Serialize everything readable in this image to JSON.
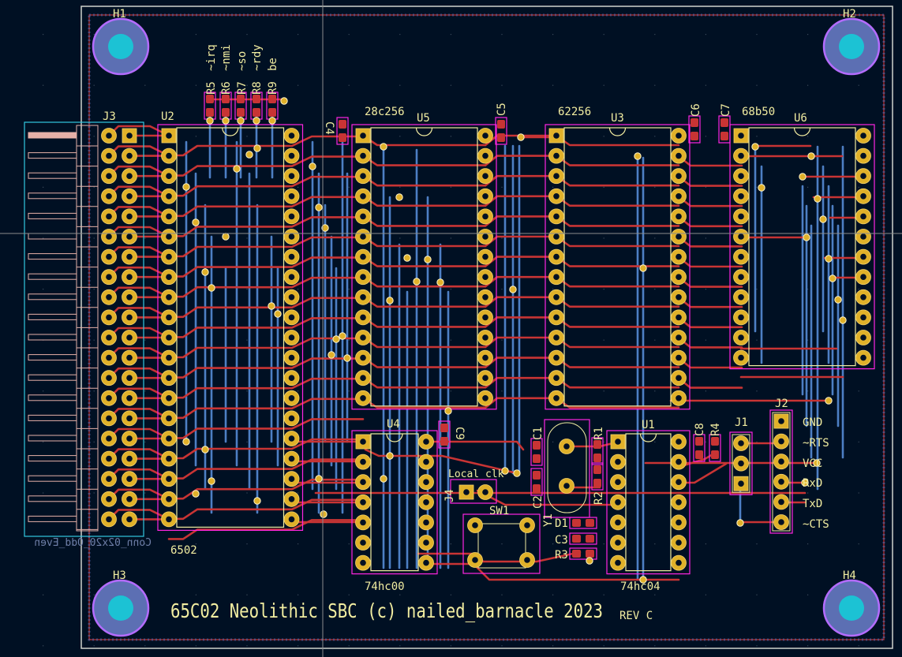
{
  "app": {
    "view": "PCB Editor - board view"
  },
  "board": {
    "title_text": "65C02 Neolithic SBC (c) nailed_barnacle 2023",
    "revision_text": "REV C",
    "colors": {
      "background": "#001023",
      "copper_front": "#c83434",
      "copper_back": "#4d7fc4",
      "pad": "#e0b12a",
      "silkscreen": "#f2eda1",
      "courtyard": "#ff26e2",
      "fab_outline": "#33c8e0",
      "edge_cuts": "#d0d2cd",
      "mounting_hole": "#5c6fb3",
      "drill": "#1cc2d4",
      "keepout": "#c83434"
    }
  },
  "mounting_holes": [
    {
      "ref": "H1"
    },
    {
      "ref": "H2"
    },
    {
      "ref": "H3"
    },
    {
      "ref": "H4"
    }
  ],
  "ics": [
    {
      "ref": "U2",
      "value": "6502",
      "pins": 40
    },
    {
      "ref": "U5",
      "value": "28c256",
      "pins": 28
    },
    {
      "ref": "U3",
      "value": "62256",
      "pins": 28
    },
    {
      "ref": "U6",
      "value": "68b50",
      "pins": 24
    },
    {
      "ref": "U4",
      "value": "74hc00",
      "pins": 14
    },
    {
      "ref": "U1",
      "value": "74hc04",
      "pins": 14
    }
  ],
  "connectors": [
    {
      "ref": "J3",
      "value": "Conn_02x20_Odd_Even",
      "pins": 40
    },
    {
      "ref": "J1",
      "value": "",
      "pins": 3
    },
    {
      "ref": "J2",
      "value": "",
      "pins": 6,
      "pin_labels": [
        "GND",
        "~RTS",
        "VCC",
        "RxD",
        "TxD",
        "~CTS"
      ]
    },
    {
      "ref": "J4",
      "value": "Local clk",
      "pins": 2
    }
  ],
  "pullup_resistors": [
    {
      "ref": "R5",
      "signal": "~irq"
    },
    {
      "ref": "R6",
      "signal": "~nmi"
    },
    {
      "ref": "R7",
      "signal": "~so"
    },
    {
      "ref": "R8",
      "signal": "~rdy"
    },
    {
      "ref": "R9",
      "signal": "be"
    }
  ],
  "passives": [
    {
      "ref": "C4"
    },
    {
      "ref": "C5"
    },
    {
      "ref": "C6"
    },
    {
      "ref": "C7"
    },
    {
      "ref": "C9"
    },
    {
      "ref": "C1"
    },
    {
      "ref": "C2"
    },
    {
      "ref": "R1"
    },
    {
      "ref": "R2"
    },
    {
      "ref": "C8"
    },
    {
      "ref": "R4"
    },
    {
      "ref": "D1"
    },
    {
      "ref": "C3"
    },
    {
      "ref": "R3"
    }
  ],
  "other_parts": [
    {
      "ref": "Y1"
    },
    {
      "ref": "SW1"
    }
  ]
}
